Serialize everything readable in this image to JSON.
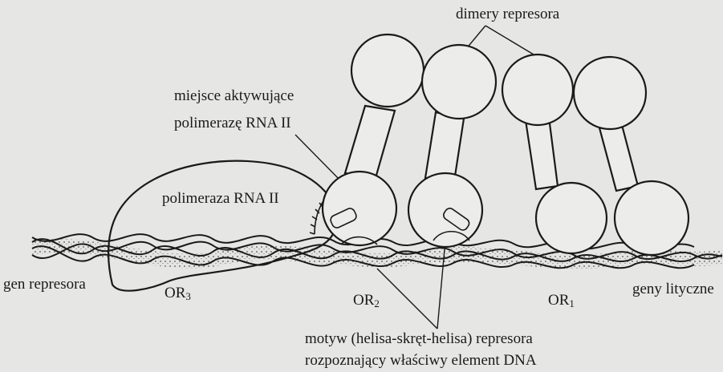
{
  "labels": {
    "dimers": "dimery represora",
    "activating_site_line1": "miejsce aktywujące",
    "activating_site_line2": "polimerazę RNA II",
    "polymerase": "polimeraza RNA II",
    "repressor_gene": "gen represora",
    "or3_main": "OR",
    "or3_sub": "3",
    "or2_main": "OR",
    "or2_sub": "2",
    "or1_main": "OR",
    "or1_sub": "1",
    "lytic_genes": "geny lityczne",
    "motif_line1": "motyw (helisa-skręt-helisa) represora",
    "motif_line2": "rozpoznający właściwy element DNA"
  },
  "colors": {
    "background": "#e6e6e4",
    "ink": "#1a1a1a",
    "fill": "#ececea"
  }
}
